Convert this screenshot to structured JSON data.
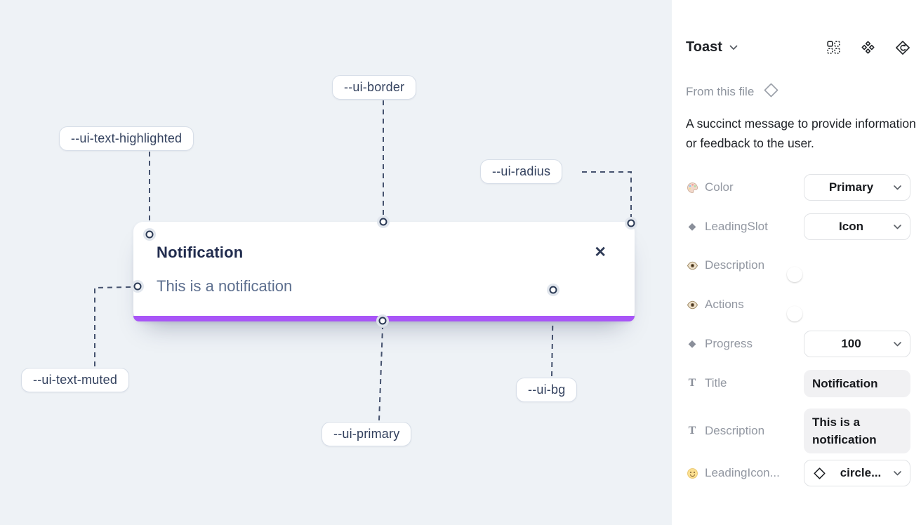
{
  "canvas": {
    "toast": {
      "title": "Notification",
      "description": "This is a notification",
      "close_icon": "✕"
    },
    "labels": {
      "border": "--ui-border",
      "text_highlighted": "--ui-text-highlighted",
      "radius": "--ui-radius",
      "text_muted": "--ui-text-muted",
      "primary": "--ui-primary",
      "bg": "--ui-bg"
    },
    "colors": {
      "primary_bar": "#A855F7",
      "canvas_bg": "#EEF2F6",
      "dashed_line": "#45526E"
    }
  },
  "panel": {
    "title": "Toast",
    "source_label": "From this file",
    "description": "A succinct message to provide information or feedback to the user.",
    "toggle_color": "#18A0FB",
    "properties": [
      {
        "label": "Color",
        "icon": "palette-icon",
        "control": "dropdown",
        "value": "Primary"
      },
      {
        "label": "LeadingSlot",
        "icon": "diamond-filled-icon",
        "control": "dropdown",
        "value": "Icon"
      },
      {
        "label": "Description",
        "icon": "eye-icon",
        "control": "toggle",
        "value": "on"
      },
      {
        "label": "Actions",
        "icon": "eye-icon",
        "control": "toggle",
        "value": "on"
      },
      {
        "label": "Progress",
        "icon": "diamond-filled-icon",
        "control": "dropdown",
        "value": "100"
      },
      {
        "label": "Title",
        "icon": "text-icon",
        "control": "textfield",
        "value": "Notification"
      },
      {
        "label": "Description",
        "icon": "text-icon",
        "control": "textfield",
        "value": "This is a notification"
      },
      {
        "label": "LeadingIcon...",
        "icon": "smiley-icon",
        "control": "dropdown",
        "value": "circle..."
      }
    ]
  }
}
